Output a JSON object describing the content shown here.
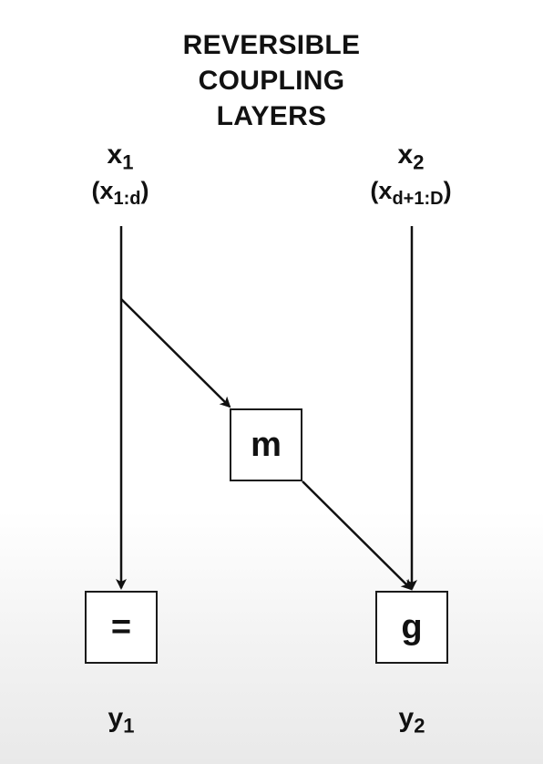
{
  "title": "REVERSIBLE\nCOUPLING\nLAYERS",
  "inputs": {
    "left": {
      "name": "x",
      "index": "1",
      "paren_open": "(x",
      "range": "1:d",
      "paren_close": ")"
    },
    "right": {
      "name": "x",
      "index": "2",
      "paren_open": "(x",
      "range": "d+1:D",
      "paren_close": ")"
    }
  },
  "boxes": {
    "m": "m",
    "identity": "=",
    "g": "g"
  },
  "outputs": {
    "left": {
      "name": "y",
      "index": "1"
    },
    "right": {
      "name": "y",
      "index": "2"
    }
  },
  "colors": {
    "line": "#111111",
    "box_border": "#1a1a1a",
    "background": "#ffffff"
  }
}
